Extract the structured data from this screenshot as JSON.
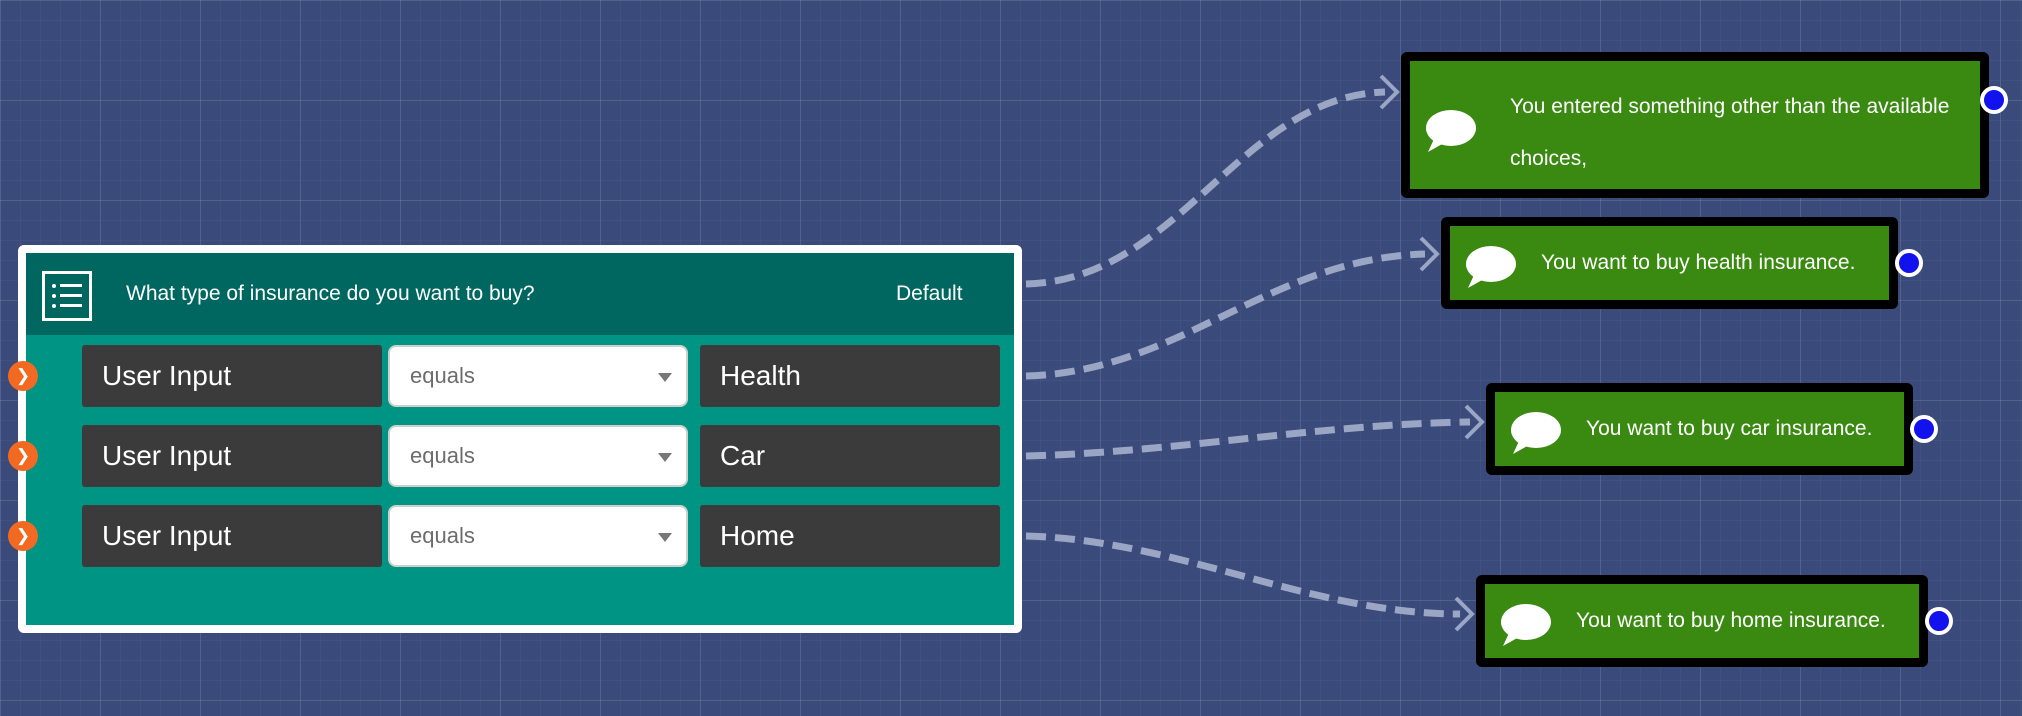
{
  "colors": {
    "canvas": "#3a4a7a",
    "condition_body": "#009485",
    "condition_header": "#006760",
    "message_node": "#3a8a12",
    "row_port": "#f26a21",
    "output_port": "#1212ee",
    "connector": "#9aa6c4"
  },
  "condition_node": {
    "icon": "list-icon",
    "title": "What type of insurance do you want to buy?",
    "default_label": "Default",
    "rows": [
      {
        "input": "User Input",
        "operator": "equals",
        "value": "Health"
      },
      {
        "input": "User Input",
        "operator": "equals",
        "value": "Car"
      },
      {
        "input": "User Input",
        "operator": "equals",
        "value": "Home"
      }
    ]
  },
  "message_nodes": [
    {
      "icon": "speech-bubble-icon",
      "text_line1": "You entered something other than the available",
      "text_line2": "choices,"
    },
    {
      "icon": "speech-bubble-icon",
      "text": "You want to buy health insurance."
    },
    {
      "icon": "speech-bubble-icon",
      "text": "You want to buy car insurance."
    },
    {
      "icon": "speech-bubble-icon",
      "text": "You want to buy home insurance."
    }
  ]
}
